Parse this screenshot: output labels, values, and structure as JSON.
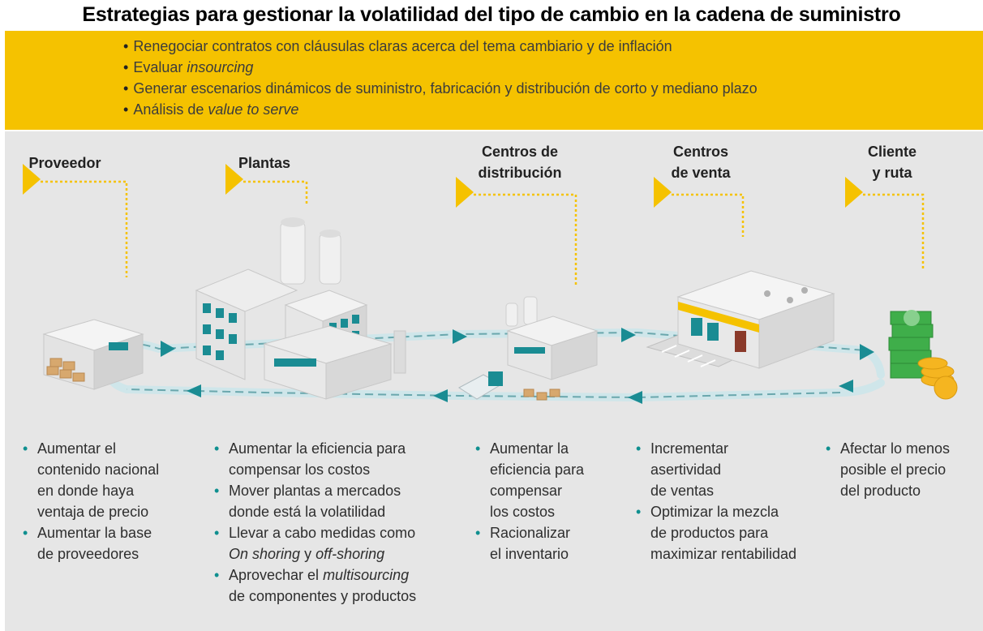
{
  "title": "Estrategias para gestionar la volatilidad del tipo de cambio en la cadena de suministro",
  "colors": {
    "banner": "#f5c200",
    "accent_teal": "#1a8c93",
    "arrow_yellow": "#f5c200",
    "stage_bg": "#e6e6e6"
  },
  "banner": {
    "items": [
      {
        "text": "Renegociar contratos con cláusulas claras acerca del tema cambiario y de inflación",
        "em": ""
      },
      {
        "text": "Evaluar ",
        "em": "insourcing"
      },
      {
        "text": "Generar escenarios dinámicos de suministro, fabricación y distribución de corto y mediano plazo",
        "em": ""
      },
      {
        "text": "Análisis de ",
        "em": "value to serve"
      }
    ]
  },
  "stages": [
    {
      "label_line1": "Proveedor",
      "label_line2": ""
    },
    {
      "label_line1": "Plantas",
      "label_line2": ""
    },
    {
      "label_line1": "Centros de",
      "label_line2": "distribución"
    },
    {
      "label_line1": "Centros",
      "label_line2": "de venta"
    },
    {
      "label_line1": "Cliente",
      "label_line2": "y ruta"
    }
  ],
  "bullets": {
    "proveedor": [
      {
        "lines": [
          "Aumentar el",
          "contenido nacional",
          "en donde haya",
          "ventaja de precio"
        ]
      },
      {
        "lines": [
          "Aumentar la base",
          "de proveedores"
        ]
      }
    ],
    "plantas": [
      {
        "lines": [
          "Aumentar la eficiencia para",
          "compensar los costos"
        ]
      },
      {
        "lines": [
          "Mover plantas a mercados",
          "donde está la volatilidad"
        ]
      },
      {
        "lines": [
          "Llevar a cabo medidas como"
        ],
        "em1": "On shoring",
        "mid": " y ",
        "em2": "off-shoring"
      },
      {
        "lines_pre": "Aprovechar el ",
        "em": "multisourcing",
        "lines": [
          "de componentes y productos"
        ]
      }
    ],
    "distribucion": [
      {
        "lines": [
          "Aumentar la",
          "eficiencia para",
          "compensar",
          "los costos"
        ]
      },
      {
        "lines": [
          "Racionalizar",
          "el inventario"
        ]
      }
    ],
    "venta": [
      {
        "lines": [
          "Incrementar",
          "asertividad",
          "de ventas"
        ]
      },
      {
        "lines": [
          "Optimizar la mezcla",
          "de productos para",
          "maximizar rentabilidad"
        ]
      }
    ],
    "cliente": [
      {
        "lines": [
          "Afectar lo menos",
          "posible el precio",
          "del producto"
        ]
      }
    ]
  }
}
